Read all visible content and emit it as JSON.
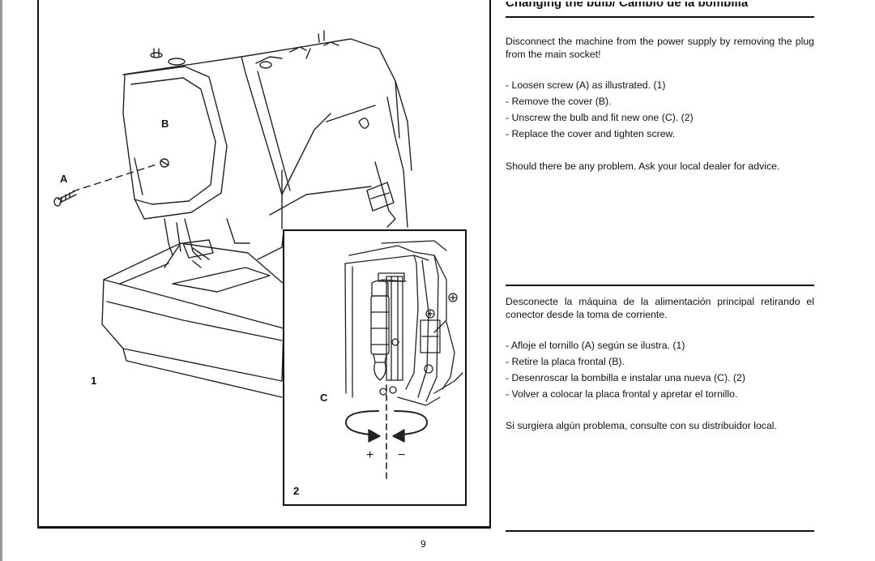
{
  "illustration": {
    "callout_a": "A",
    "callout_b": "B",
    "callout_c": "C",
    "figure_1": "1",
    "figure_2": "2",
    "plus_sign": "+",
    "minus_sign": "−"
  },
  "english": {
    "title": "Changing the bulb/ Cambio de la bombilla",
    "intro": "Disconnect the machine from the power supply by removing the plug from the main socket!",
    "steps": [
      "- Loosen screw (A) as illustrated. (1)",
      "- Remove the cover (B).",
      "- Unscrew the bulb and fit new one (C). (2)",
      "- Replace the cover and tighten screw."
    ],
    "note": "Should there be any problem. Ask your local dealer for advice."
  },
  "spanish": {
    "intro": "Desconecte la máquina de la alimentación principal retirando el conector desde la toma de corriente.",
    "steps": [
      "- Afloje el tornillo (A) según se ilustra. (1)",
      "- Retire la placa frontal (B).",
      "- Desenroscar la bombilla e instalar una nueva (C). (2)",
      "- Volver a colocar la placa frontal y apretar el tornillo."
    ],
    "note": "Si surgiera algún problema, consulte con su distribuidor local."
  },
  "footer": {
    "page_number": "9"
  }
}
